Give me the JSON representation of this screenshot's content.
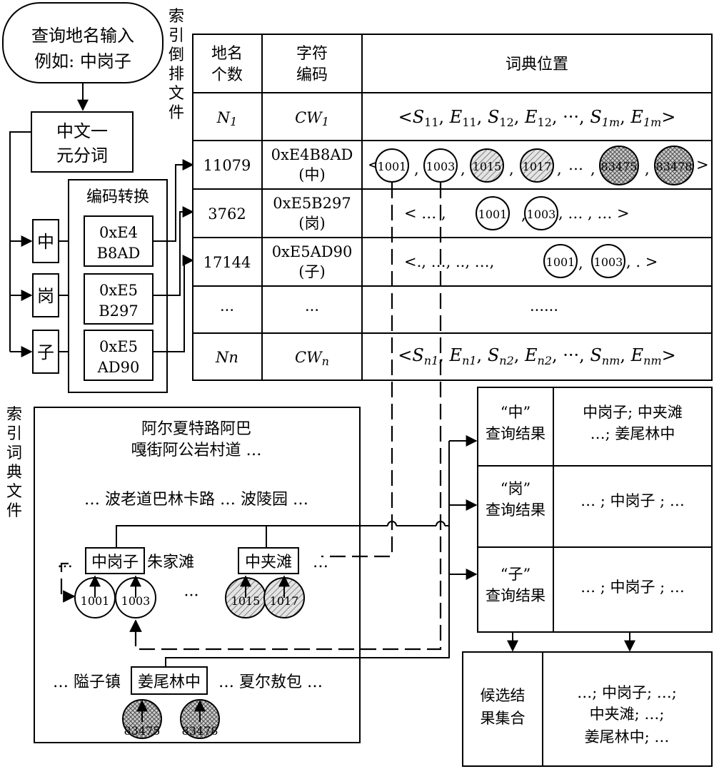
{
  "query": {
    "line1": "查询地名输入",
    "line2": "例如: 中岗子"
  },
  "segmentation": {
    "line1": "中文一",
    "line2": "元分词"
  },
  "encoding": {
    "title": "编码转换",
    "chars": [
      "中",
      "岗",
      "子"
    ],
    "codes": [
      {
        "line1": "0xE4",
        "line2": "B8AD"
      },
      {
        "line1": "0xE5",
        "line2": "B297"
      },
      {
        "line1": "0xE5",
        "line2": "AD90"
      }
    ]
  },
  "inverted_index": {
    "side_label": [
      "索",
      "引",
      "倒",
      "排",
      "文",
      "件"
    ],
    "headers": {
      "count": [
        "地名",
        "个数"
      ],
      "code": [
        "字符",
        "编码"
      ],
      "position": "词典位置"
    },
    "rows": [
      {
        "count": "N1",
        "code": "CW1",
        "position": "<S11, E11, S12, E12, ···, S1m, E1m>"
      },
      {
        "count": "11079",
        "code_line1": "0xE4B8AD",
        "code_line2": "(中)",
        "circles": [
          "1001",
          "1003",
          "1015",
          "1017",
          "83475",
          "83478"
        ]
      },
      {
        "count": "3762",
        "code_line1": "0xE5B297",
        "code_line2": "(岗)",
        "circles": [
          "1001",
          "1003"
        ]
      },
      {
        "count": "17144",
        "code_line1": "0xE5AD90",
        "code_line2": "(子)",
        "circles": [
          "1001",
          "1003"
        ]
      },
      {
        "count": "···",
        "code": "···",
        "position": "······"
      },
      {
        "count": "Nn",
        "code": "CWn",
        "position": "<Sn1, En1, Sn2, En2, ···, Snm, Enm>"
      }
    ],
    "row2_text": {
      "lt": "<",
      "sep": ",",
      "ellipsis": "…",
      "gt": ">"
    },
    "row3_text": {
      "pre": "<  … ,",
      "mid": ", … ,  …  >"
    },
    "row4_text": {
      "pre": "<., …, .., …,",
      "post": ", . >"
    }
  },
  "dictionary": {
    "side_label": [
      "索",
      "引",
      "词",
      "典",
      "文",
      "件"
    ],
    "line1": "阿尔夏特路阿巴",
    "line2": "嘎街阿公岩村道 …",
    "line3": "… 波老道巴林卡路  …  波陵园 …",
    "boxed": [
      "中岗子",
      "中夹滩",
      "姜尾林中"
    ],
    "after_box1": "朱家滩",
    "before_box3": "… 隘子镇",
    "after_box3": "… 夏尔敖包 …",
    "ellipsis": "…",
    "dots_mid": "···",
    "circles": [
      "1001",
      "1003",
      "1015",
      "1017",
      "83475",
      "83478"
    ]
  },
  "results": {
    "rows": [
      {
        "label_line1": "“中”",
        "label_line2": "查询结果",
        "value_line1": "中岗子;  中夹滩",
        "value_line2": "…; 姜尾林中"
      },
      {
        "label_line1": "“岗”",
        "label_line2": "查询结果",
        "value_line1": "… ; 中岗子 ; …"
      },
      {
        "label_line1": "“子”",
        "label_line2": "查询结果",
        "value_line1": "… ; 中岗子 ; …"
      }
    ]
  },
  "candidates": {
    "label_line1": "候选结",
    "label_line2": "果集合",
    "line1": "…;  中岗子;  …;",
    "line2": "中夹滩;  …;",
    "line3": "姜尾林中;  …"
  },
  "colors": {
    "stroke": "#000000",
    "hatch_light": "#cfcfcf",
    "hatch_dark": "#a9a9a9"
  }
}
